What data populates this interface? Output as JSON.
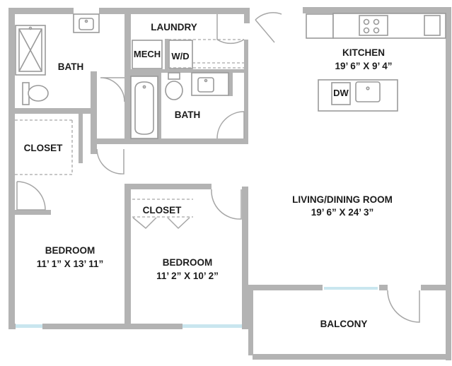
{
  "rooms": {
    "laundry": "LAUNDRY",
    "mech": "MECH",
    "wd": "W/D",
    "bath_top": "BATH",
    "bath_center": "BATH",
    "closet_left": "CLOSET",
    "closet_center": "CLOSET",
    "kitchen": "KITCHEN",
    "kitchen_dims": "19’ 6” X 9’ 4”",
    "dw": "DW",
    "living": "LIVING/DINING ROOM",
    "living_dims": "19’ 6” X 24’ 3”",
    "bedroom_left": "BEDROOM",
    "bedroom_left_dims": "11’ 1” X 13’ 11”",
    "bedroom_center": "BEDROOM",
    "bedroom_center_dims": "11’ 2” X 10’ 2”",
    "balcony": "BALCONY"
  },
  "colors": {
    "wall": "#b3b3b3",
    "fixture": "#9a9a9a",
    "window": "#c9e6ef",
    "text": "#1c1c1c"
  }
}
